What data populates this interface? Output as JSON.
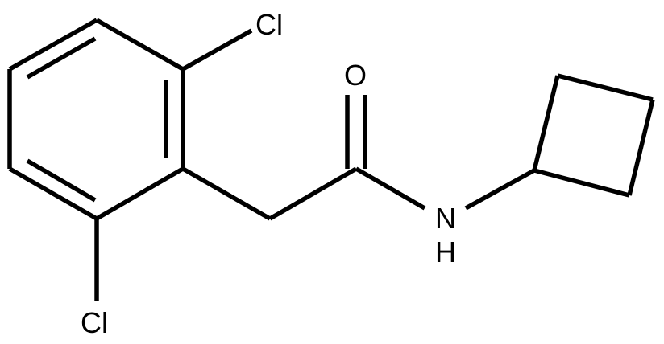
{
  "molecule": {
    "atoms": {
      "cl_top": "Cl",
      "cl_bottom": "Cl",
      "oxygen": "O",
      "nitrogen": "N",
      "hydrogen": "H"
    },
    "colors": {
      "bond": "#000000",
      "label": "#000000",
      "background": "#ffffff"
    }
  }
}
